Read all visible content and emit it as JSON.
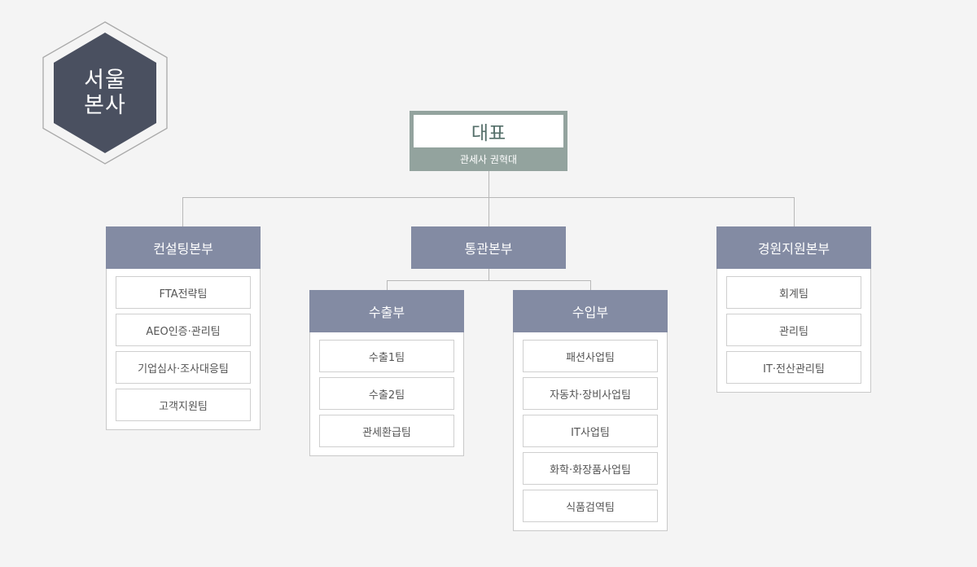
{
  "badge": {
    "line1": "서울",
    "line2": "본사"
  },
  "ceo": {
    "title": "대표",
    "subtitle": "관세사 권혁대"
  },
  "units": {
    "consulting": {
      "name": "컨설팅본부",
      "teams": [
        "FTA전략팀",
        "AEO인증·관리팀",
        "기업심사·조사대응팀",
        "고객지원팀"
      ]
    },
    "customs": {
      "name": "통관본부"
    },
    "export": {
      "name": "수출부",
      "teams": [
        "수출1팀",
        "수출2팀",
        "관세환급팀"
      ]
    },
    "import": {
      "name": "수입부",
      "teams": [
        "패션사업팀",
        "자동차·장비사업팀",
        "IT사업팀",
        "화학·화장품사업팀",
        "식품검역팀"
      ]
    },
    "management": {
      "name": "경원지원본부",
      "teams": [
        "회계팀",
        "관리팀",
        "IT·전산관리팀"
      ]
    }
  },
  "colors": {
    "background": "#f4f4f4",
    "badge_fill": "#4a5060",
    "ceo_frame": "#93a39e",
    "ceo_title": "#556f6a",
    "unit_header": "#838ba3",
    "connector": "#b8b8b8"
  }
}
